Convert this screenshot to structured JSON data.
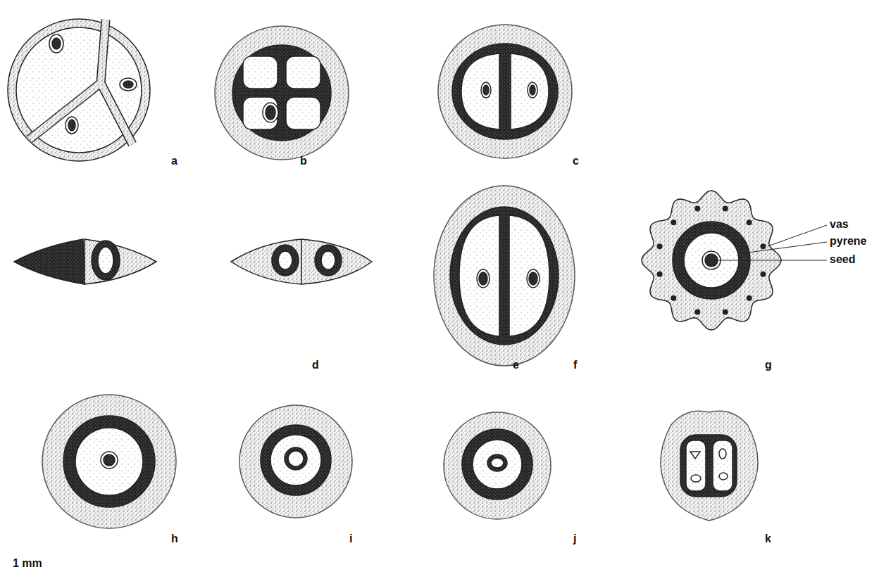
{
  "diagram": {
    "labels": [
      "a",
      "b",
      "c",
      "d",
      "e",
      "f",
      "g",
      "vas",
      "pyrene",
      "seed",
      "h",
      "i",
      "j",
      "k",
      "1 mm"
    ]
  }
}
